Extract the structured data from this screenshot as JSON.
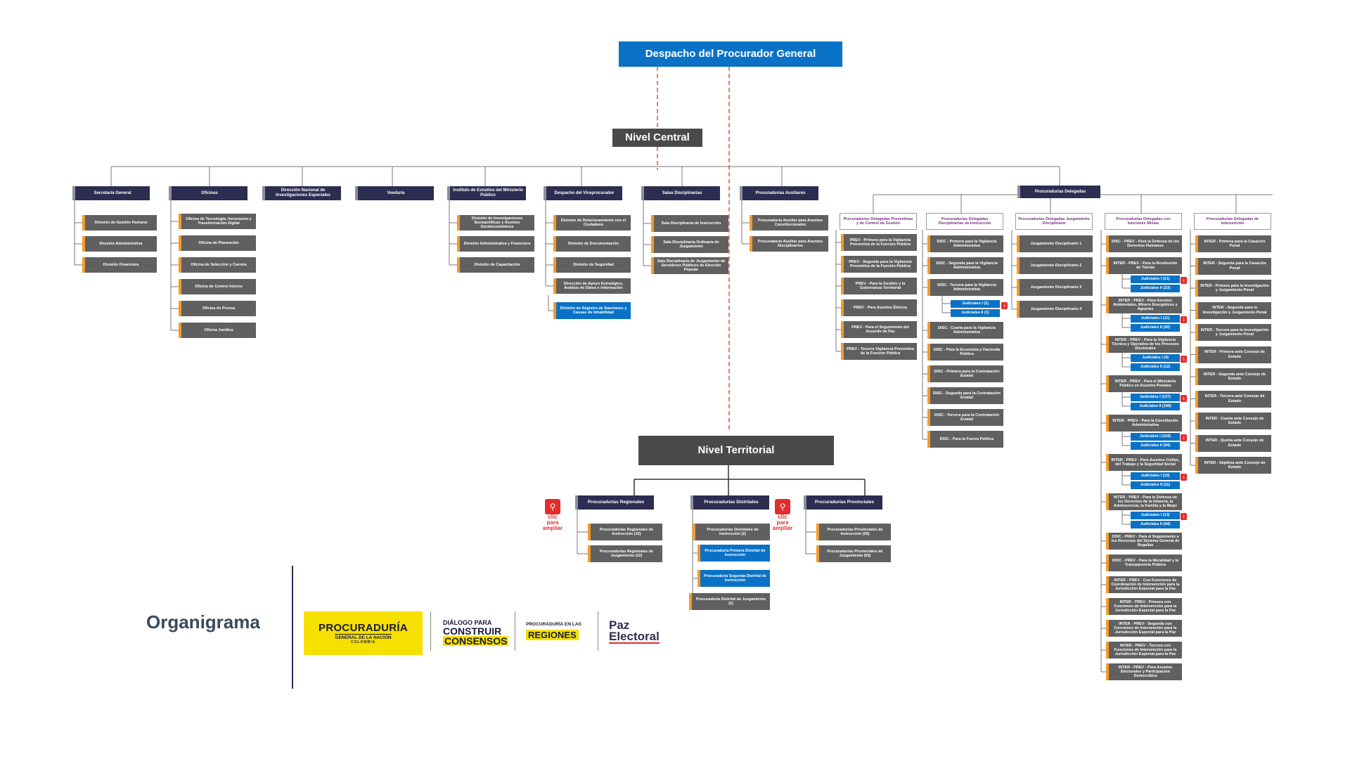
{
  "top": {
    "title": "Despacho del Procurador General"
  },
  "levels": {
    "central": "Nivel Central",
    "territorial": "Nivel Territorial"
  },
  "central": {
    "secretaria": {
      "title": "Secretaría General",
      "items": [
        "División de Gestión Humana",
        "División Administrativa",
        "División Financiera"
      ]
    },
    "oficinas": {
      "title": "Oficinas",
      "items": [
        "Oficina de Tecnología, Innovación y Transformación Digital",
        "Oficina de Planeación",
        "Oficina de Selección y Carrera",
        "Oficina de Control Interno",
        "Oficina de Prensa",
        "Oficina Jurídica"
      ]
    },
    "direccion": {
      "title": "Dirección Nacional de Investigaciones Especiales"
    },
    "veeduria": {
      "title": "Veeduría"
    },
    "instituto": {
      "title": "Instituto de Estudios del Ministerio Público",
      "items": [
        "División de Investigaciones Sociopolíticas y Asuntos Socioeconómicos",
        "División Administrativa y Financiera",
        "División de Capacitación"
      ]
    },
    "vice": {
      "title": "Despacho del Viceprocurador",
      "items": [
        "División de Relacionamiento con el Ciudadano",
        "División de Documentación",
        "División de Seguridad",
        "Dirección de Apoyo Estratégico, Análisis de Datos e Información"
      ],
      "blue_item": "División de Registro de Sanciones y Causas de Inhabilidad"
    },
    "salas": {
      "title": "Salas Disciplinarias",
      "items": [
        "Sala Disciplinaria de Instrucción",
        "Sala Disciplinaria Ordinaria de Juzgamiento",
        "Sala Disciplinaria de Juzgamiento de Servidores Públicos de Elección Popular"
      ]
    },
    "auxiliares": {
      "title": "Procuradurías Auxiliares",
      "items": [
        "Procuraduría Auxiliar para Asuntos Constitucionales",
        "Procuraduría Auxiliar para Asuntos Disciplinarios"
      ]
    },
    "delegadas": {
      "title": "Procuradurías Delegadas",
      "preventivas": {
        "title": "Procuradurías Delegadas Preventivas y de Control de Gestión",
        "items": [
          "PREV - Primera para la Vigilancia Preventiva de la Función Pública",
          "PREV - Segunda para la Vigilancia Preventiva de la Función Pública",
          "PREV - Para la Gestión y la Gobernanza Territorial",
          "PREV - Para Asuntos Étnicos",
          "PREV - Para el Seguimiento del Acuerdo de Paz",
          "PREV - Tercera Vigilancia Preventiva de la Función Pública"
        ]
      },
      "disciplinarias": {
        "title": "Procuradurías Delegadas Disciplinarias de Instrucción",
        "items": [
          "DISC - Primera para la Vigilancia Administrativa",
          "DISC - Segunda para la Vigilancia Administrativa",
          "DISC - Tercera para la Vigilancia Administrativa"
        ],
        "judiciales": [
          "Judiciales I (1)",
          "Judiciales II (1)"
        ],
        "items2": [
          "DISC - Cuarta para la Vigilancia Administrativa",
          "DISC - Para la Economía y Hacienda Pública",
          "DISC - Primera para la Contratación Estatal",
          "DISC - Segunda para la Contratación Estatal",
          "DISC - Tercera para la Contratación Estatal",
          "DISC - Para la Fuerza Pública"
        ]
      },
      "juzgamiento": {
        "title": "Procuradurías Delegadas Juzgamiento Disciplinario",
        "items": [
          "Juzgamiento Disciplinario 1",
          "Juzgamiento Disciplinario 2",
          "Juzgamiento Disciplinario 3",
          "Juzgamiento Disciplinario 4"
        ]
      },
      "mixtas": {
        "title": "Procuradurías Delegadas con funciones Mixtas",
        "groups": [
          {
            "label": "DISC - PREV - Para la Defensa de los Derechos Humanos",
            "j": []
          },
          {
            "label": "INTER - PREV - Para la Restitución de Tierras",
            "j": [
              "Judiciales I (21)",
              "Judiciales II (23)"
            ]
          },
          {
            "label": "INTER - PREV - Para Asuntos Ambientales, Minero Energéticos y Agrarios",
            "j": [
              "Judiciales I (11)",
              "Judiciales II (30)"
            ]
          },
          {
            "label": "INTER - PREV - Para la Vigilancia Técnica y Operativa de los Procesos Electorales",
            "j": [
              "Judiciales I (4)",
              "Judiciales II (12)"
            ]
          },
          {
            "label": "INTER - PREV - Para el Ministerio Público en Asuntos Penales",
            "j": [
              "Judiciales I (137)",
              "Judiciales II (189)"
            ]
          },
          {
            "label": "INTER - PREV - Para la Conciliación Administrativa",
            "j": [
              "Judiciales I (103)",
              "Judiciales II (94)"
            ]
          },
          {
            "label": "INTER - PREV - Para Asuntos Civiles, del Trabajo y la Seguridad Social",
            "j": [
              "Judiciales I (10)",
              "Judiciales II (11)"
            ]
          },
          {
            "label": "INTER - PREV - Para la Defensa de los Derechos de la Infancia, la Adolescencia, la Familia y la Mujer",
            "j": [
              "Judiciales I (13)",
              "Judiciales II (44)"
            ]
          },
          {
            "label": "DISC - PREV - Para el Seguimiento a los Recursos del Sistema General de Regalías",
            "j": []
          },
          {
            "label": "DISC - PREV - Para la Moralidad y la Transparencia Pública",
            "j": []
          },
          {
            "label": "INTER - PREV - Con Funciones de Coordinación de Intervención para la Jurisdicción Especial para la Paz",
            "j": []
          },
          {
            "label": "INTER - PREV - Primera con Funciones de Intervención para la Jurisdicción Especial para la Paz",
            "j": []
          },
          {
            "label": "INTER - PREV - Segunda con Funciones de Intervención para la Jurisdicción Especial para la Paz",
            "j": []
          },
          {
            "label": "INTER - PREV - Tercera con Funciones de Intervención para la Jurisdicción Especial para la Paz",
            "j": []
          },
          {
            "label": "INTER - PREV - Para Asuntos Electorales y Participación Democrática",
            "j": []
          }
        ]
      },
      "intervencion": {
        "title": "Procuradurías Delegadas de Intervención",
        "items": [
          "INTER - Primera para la Casación Penal",
          "INTER - Segunda para la Casación Penal",
          "INTER - Primera para la Investigación y Juzgamiento Penal",
          "INTER - Segunda para la Investigación y Juzgamiento Penal",
          "INTER - Tercera para la Investigación y Juzgamiento Penal",
          "INTER - Primera ante Consejo de Estado",
          "INTER - Segunda ante Consejo de Estado",
          "INTER - Tercera ante Consejo de Estado",
          "INTER - Cuarta ante Consejo de Estado",
          "INTER - Quinta ante Consejo de Estado",
          "INTER - Séptima ante Consejo de Estado"
        ]
      }
    }
  },
  "territorial": {
    "regionales": {
      "title": "Procuradurías Regionales",
      "items": [
        "Procuradurías Regionales de Instrucción (32)",
        "Procuradurías Regionales de Juzgamiento (32)"
      ]
    },
    "distritales": {
      "title": "Procuradurías Distritales",
      "items": [
        "Procuradurías Distritales de Instrucción (2)"
      ],
      "blue": [
        "Procuraduría Primera Distrital de Instrucción",
        "Procuraduría Segunda Distrital de Instrucción"
      ],
      "last": "Procuraduría Distrital de Juzgamiento (1)"
    },
    "provinciales": {
      "title": "Procuradurías Provinciales",
      "items": [
        "Procuradurías Provinciales de Instrucción (55)",
        "Procuradurías Provinciales de Juzgamiento (55)"
      ]
    }
  },
  "zoom": {
    "line1": "clic",
    "line2": "para",
    "line3": "ampliar"
  },
  "footer": {
    "title": "Organigrama",
    "logo1": {
      "a": "PROCURADURÍA",
      "b": "GENERAL DE LA NACIÓN",
      "c": "COLOMBIA"
    },
    "logo2": {
      "a": "DIÁLOGO PARA",
      "b": "CONSTRUIR",
      "c": "CONSENSOS"
    },
    "logo3": {
      "a": "PROCURADURÍA EN LAS",
      "b": "REGIONES"
    },
    "logo4": {
      "a": "Paz",
      "b": "Electoral"
    }
  },
  "colors": {
    "header": "#2d2d52",
    "item": "#606060",
    "accent": "#f39a2c",
    "blue": "#0a72c6",
    "dashed": "#e2572a",
    "zoom": "#e32c2c"
  }
}
